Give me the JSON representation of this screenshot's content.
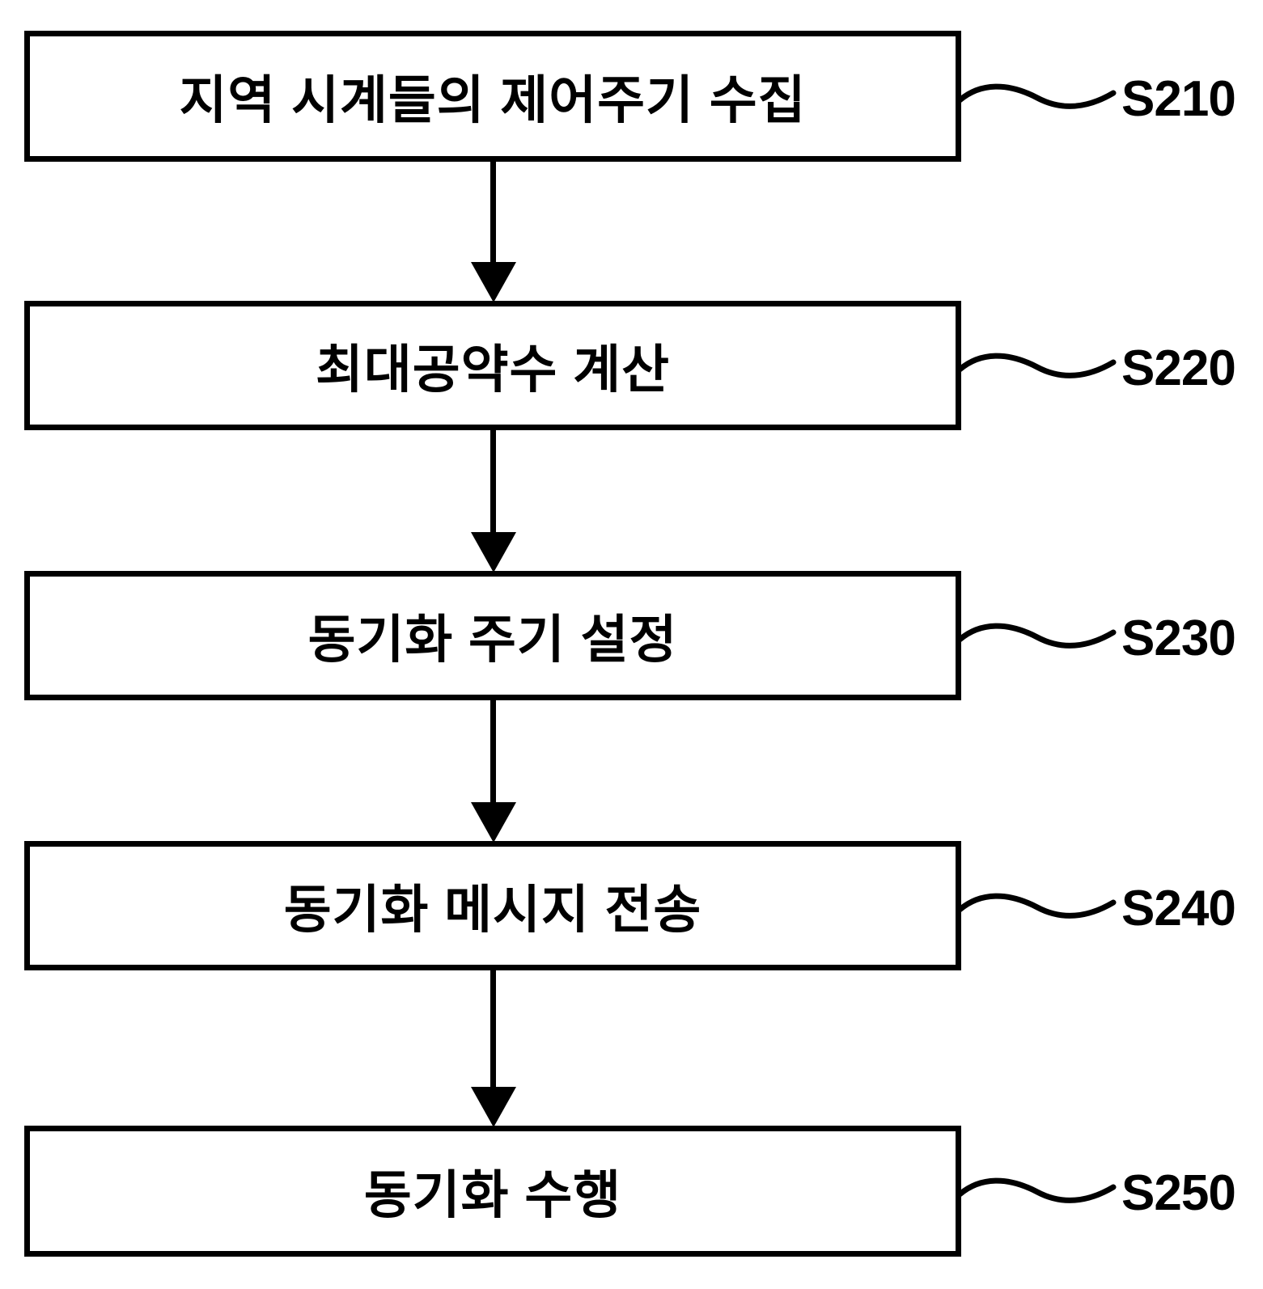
{
  "diagram": {
    "type": "flowchart",
    "background_color": "#ffffff",
    "line_color": "#000000",
    "steps": [
      {
        "label": "지역 시계들의 제어주기 수집",
        "step_id": "S210"
      },
      {
        "label": "최대공약수 계산",
        "step_id": "S220"
      },
      {
        "label": "동기화 주기 설정",
        "step_id": "S230"
      },
      {
        "label": "동기화 메시지 전송",
        "step_id": "S240"
      },
      {
        "label": "동기화 수행",
        "step_id": "S250"
      }
    ]
  }
}
